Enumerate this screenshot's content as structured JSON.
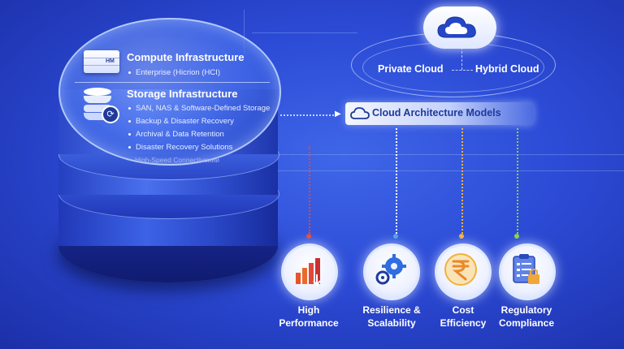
{
  "stack": {
    "compute": {
      "title": "Compute Infrastructure",
      "items": [
        "Enterprise (Hicrion (HCI)"
      ],
      "icon_text": "HM"
    },
    "storage": {
      "title": "Storage Infrastructure",
      "items": [
        "SAN, NAS & Software-Defined Storage",
        "Backup & Disaster Recovery",
        "Archival & Data Retention",
        "Disaster Recovery Solutions"
      ],
      "faded_item": "High-Speed Connectivoиии"
    }
  },
  "cloud": {
    "private_label": "Private Cloud",
    "hybrid_label": "Hybrid Cloud"
  },
  "banner": {
    "label": "Cloud Architecture Models"
  },
  "features": [
    {
      "line1": "High",
      "line2": "Performance",
      "icon": "bar-chart-icon",
      "color": "#e0493a"
    },
    {
      "line1": "Resilience &",
      "line2": "Scalability",
      "icon": "gears-icon",
      "color": "#4fa0e8"
    },
    {
      "line1": "Cost",
      "line2": "Efficiency",
      "icon": "rupee-icon",
      "color": "#f0b23a"
    },
    {
      "line1": "Regulatory",
      "line2": "Compliance",
      "icon": "clipboard-lock-icon",
      "color": "#8fd04a"
    }
  ],
  "colors": {
    "background": "#2c4bd6",
    "accent": "#e88a2a",
    "banner_text": "#1e3a9a"
  }
}
